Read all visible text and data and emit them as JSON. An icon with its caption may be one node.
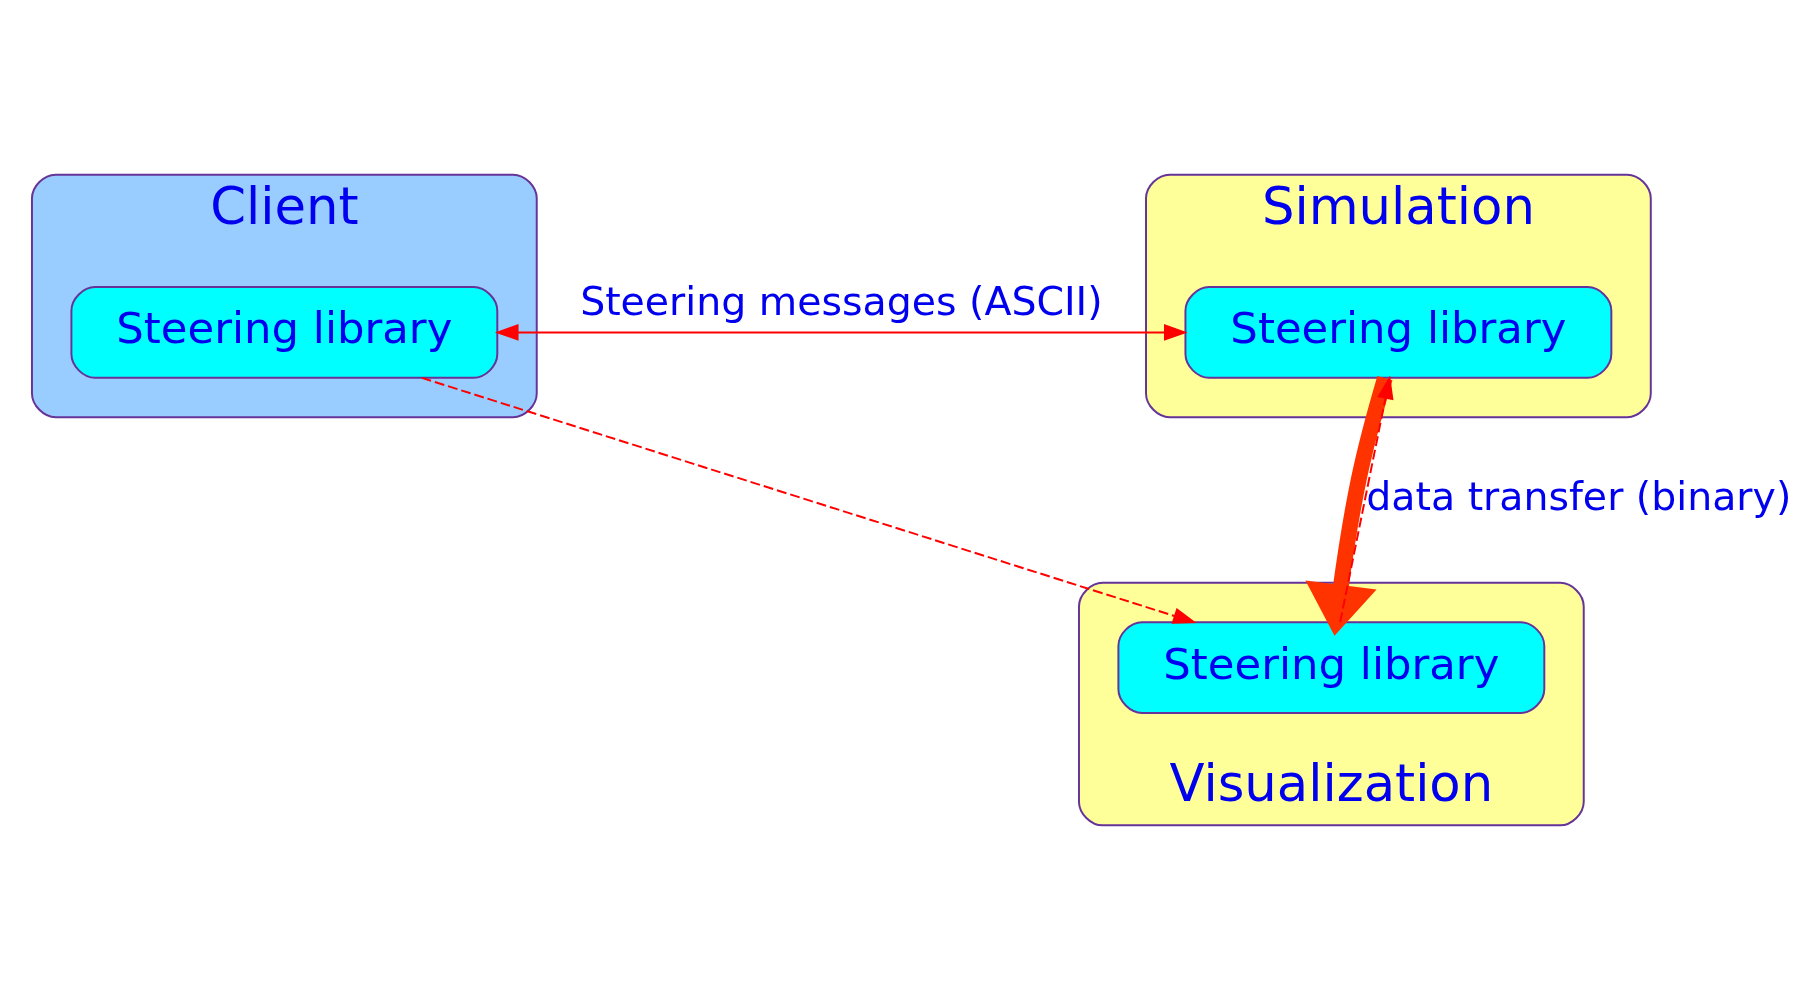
{
  "diagram": {
    "nodes": [
      {
        "text": [
          "Client"
        ]
      },
      {
        "text": [
          "Steering library"
        ],
        "in": 0
      },
      {
        "text": [
          "Simulation"
        ]
      },
      {
        "text": [
          "Steering library"
        ],
        "in": 2
      },
      {
        "text": [
          "Visualization"
        ]
      },
      {
        "text": [
          "Steering library"
        ],
        "in": 4
      }
    ],
    "edges": [
      {
        "from": 1,
        "to": 3,
        "arrow": "both",
        "label": "Steering messages (ASCII)"
      },
      {
        "from": 1,
        "to": 5,
        "arrow": "to",
        "style": "dashed"
      },
      {
        "from": 3,
        "to": 5,
        "arrow": "to",
        "style": "thick",
        "color": "#ff3300"
      },
      {
        "from": 5,
        "to": 3,
        "arrow": "to",
        "style": "dashed",
        "label": "data transfer (binary)"
      }
    ]
  }
}
